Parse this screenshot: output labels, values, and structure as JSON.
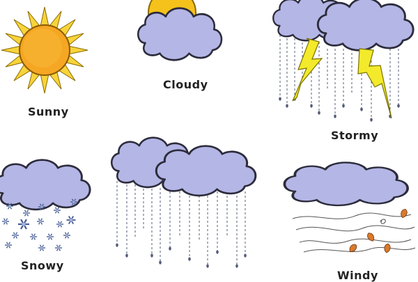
{
  "labels": {
    "sunny": "Sunny",
    "cloudy": "Cloudy",
    "stormy": "Stormy",
    "snowy": "Snowy",
    "windy": "Windy"
  },
  "colors": {
    "cloud_fill": "#b4b6e6",
    "cloud_stroke": "#2c2c3c",
    "sun_fill": "#f5a623",
    "sun_ray": "#f7d43a",
    "lightning": "#f2ea2a",
    "rain": "#555c7a",
    "snow": "#6b7fb0",
    "leaf": "#d97a2b"
  },
  "icons": [
    "sun-icon",
    "cloud-icon",
    "lightning-icon",
    "rain-icon",
    "snowflake-icon",
    "wind-icon",
    "leaf-icon"
  ]
}
